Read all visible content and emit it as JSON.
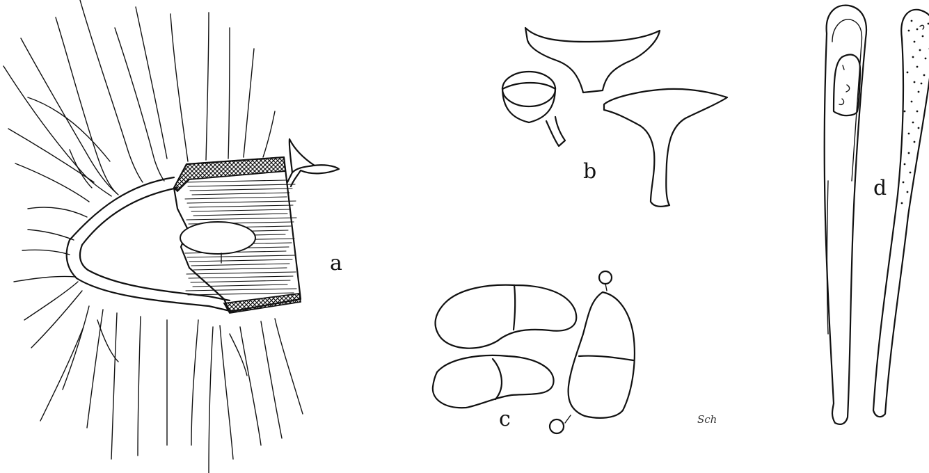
{
  "figure": {
    "labels": {
      "a": "a",
      "b": "b",
      "c": "c",
      "d": "d"
    },
    "signature": "Sch"
  }
}
